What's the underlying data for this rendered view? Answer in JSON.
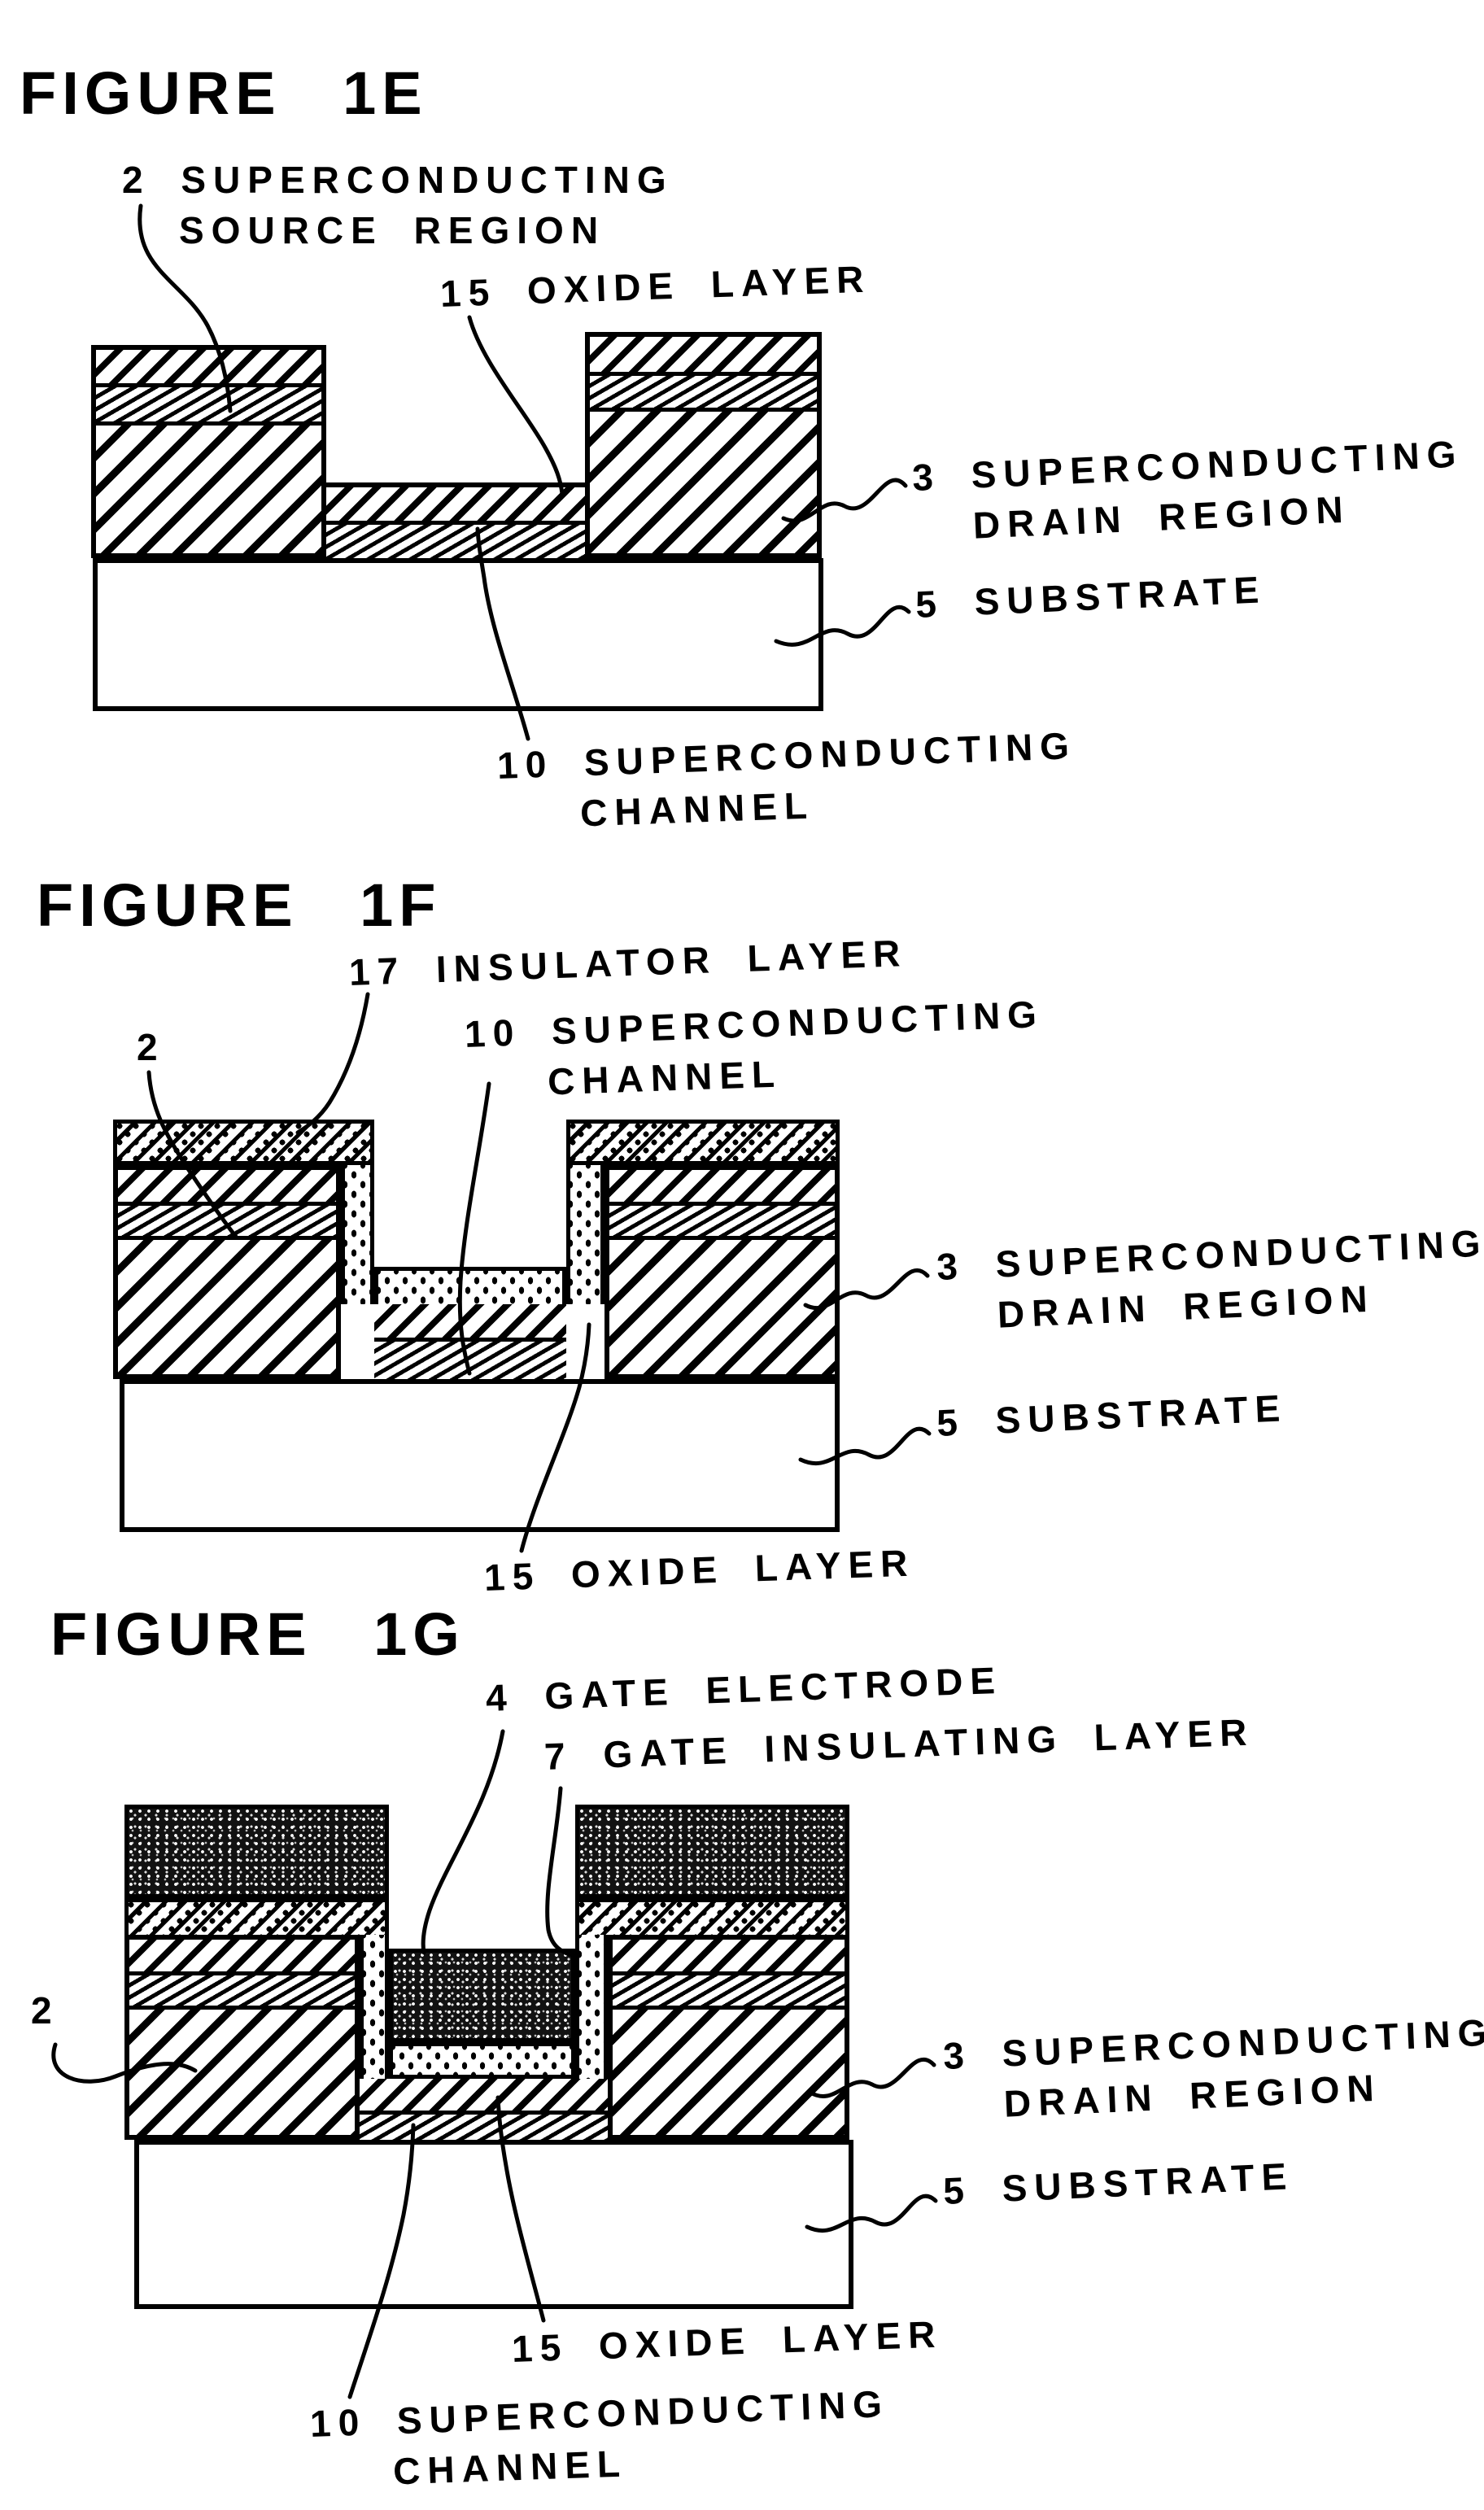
{
  "page": {
    "background": "#ffffff",
    "ink": "#000000"
  },
  "materials": {
    "source_drain_body": "wide-diagonal-hatch",
    "oxide_layer": "diagonal-hatch",
    "superconducting_channel": "fine-diagonal-hatch",
    "insulator_layer": "dotted-hatch",
    "gate_insulating_layer": "dotted",
    "gate_electrode": "dark-stipple",
    "substrate": "plain-white"
  },
  "fig1e": {
    "title": "FIGURE 1E",
    "source": {
      "ref": "2",
      "line1": "SUPERCONDUCTING",
      "line2": "SOURCE REGION"
    },
    "oxide": {
      "ref": "15",
      "text": "OXIDE LAYER"
    },
    "drain": {
      "ref": "3",
      "line1": "SUPERCONDUCTING",
      "line2": "DRAIN REGION"
    },
    "substrate": {
      "ref": "5",
      "text": "SUBSTRATE"
    },
    "channel": {
      "ref": "10",
      "line1": "SUPERCONDUCTING",
      "line2": "CHANNEL"
    }
  },
  "fig1f": {
    "title": "FIGURE 1F",
    "insulator": {
      "ref": "17",
      "text": "INSULATOR LAYER"
    },
    "channel": {
      "ref": "10",
      "line1": "SUPERCONDUCTING",
      "line2": "CHANNEL"
    },
    "source": {
      "ref": "2"
    },
    "drain": {
      "ref": "3",
      "line1": "SUPERCONDUCTING",
      "line2": "DRAIN REGION"
    },
    "substrate": {
      "ref": "5",
      "text": "SUBSTRATE"
    },
    "oxide": {
      "ref": "15",
      "text": "OXIDE LAYER"
    }
  },
  "fig1g": {
    "title": "FIGURE 1G",
    "gate": {
      "ref": "4",
      "text": "GATE ELECTRODE"
    },
    "gate_insulator": {
      "ref": "7",
      "text": "GATE INSULATING LAYER"
    },
    "source": {
      "ref": "2"
    },
    "drain": {
      "ref": "3",
      "line1": "SUPERCONDUCTING",
      "line2": "DRAIN REGION"
    },
    "substrate": {
      "ref": "5",
      "text": "SUBSTRATE"
    },
    "oxide": {
      "ref": "15",
      "text": "OXIDE LAYER"
    },
    "channel": {
      "ref": "10",
      "line1": "SUPERCONDUCTING",
      "line2": "CHANNEL"
    }
  }
}
